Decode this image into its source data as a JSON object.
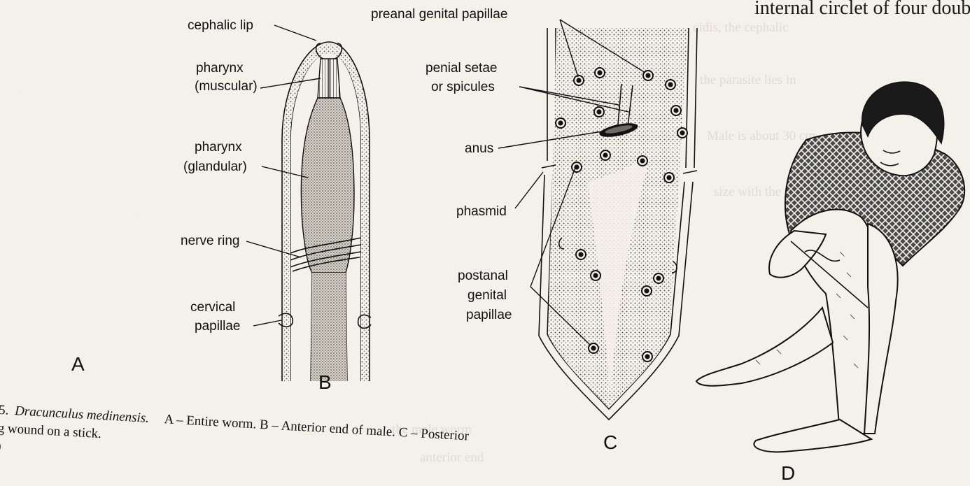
{
  "background_fragment": "internal circlet of four doub",
  "panels": {
    "A": {
      "letter": "A"
    },
    "B": {
      "letter": "B",
      "labels": {
        "cephalic_lip": "cephalic lip",
        "pharynx_muscular_1": "pharynx",
        "pharynx_muscular_2": "(muscular)",
        "pharynx_glandular_1": "pharynx",
        "pharynx_glandular_2": "(glandular)",
        "nerve_ring": "nerve ring",
        "cervical_papillae_1": "cervical",
        "cervical_papillae_2": "papillae"
      }
    },
    "C": {
      "letter": "C",
      "labels": {
        "preanal": "preanal genital papillae",
        "penial_1": "penial setae",
        "penial_2": "or spicules",
        "anus": "anus",
        "phasmid": "phasmid",
        "postanal_1": "postanal",
        "postanal_2": "genital",
        "postanal_3": "papillae"
      }
    },
    "D": {
      "letter": "D"
    }
  },
  "caption": {
    "line1_prefix": "5.",
    "line1_species": "Dracunculus medinensis.",
    "line1_rest": "A – Entire worm. B – Anterior end of male. C – Posterior",
    "line2": "g wound on a stick.",
    "line3": ")"
  },
  "colors": {
    "paper": "#f4f1ea",
    "ink": "#111111"
  }
}
